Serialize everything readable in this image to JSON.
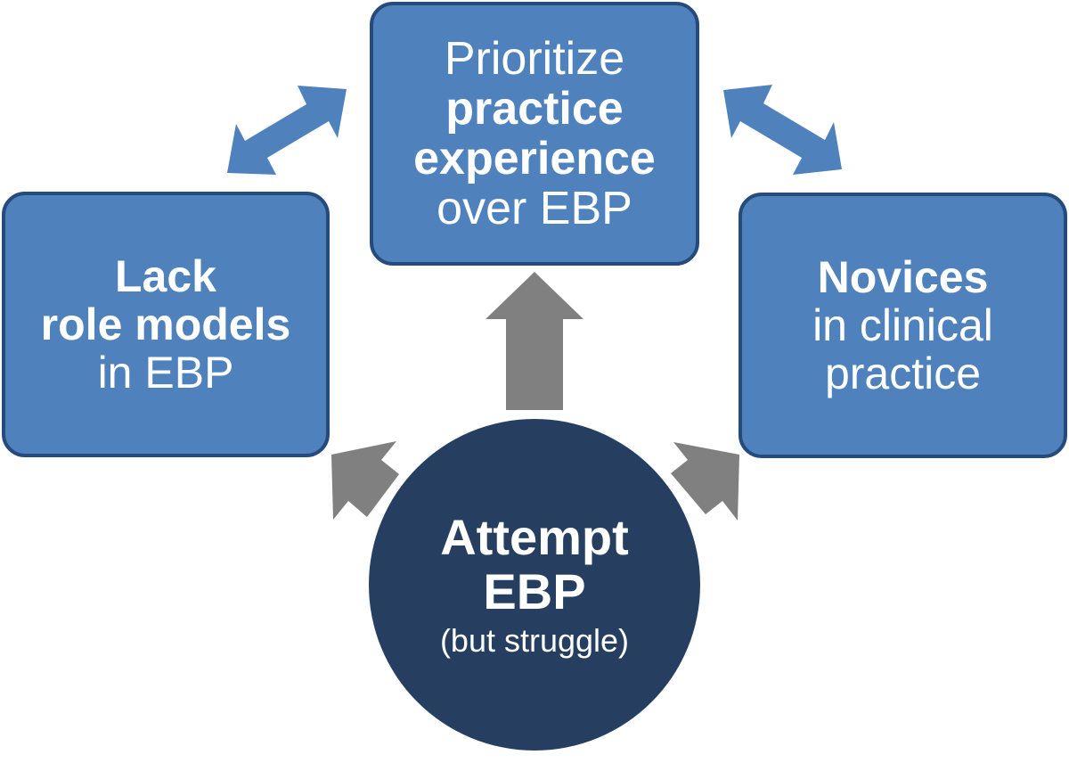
{
  "nodes": {
    "top": {
      "pre": "Prioritize",
      "bold1": "practice",
      "bold2": "experience",
      "post": "over EBP"
    },
    "left": {
      "bold1": "Lack",
      "bold2": "role models",
      "post": "in EBP"
    },
    "right": {
      "bold": "Novices",
      "post1": "in clinical",
      "post2": "practice"
    },
    "center": {
      "line1": "Attempt",
      "line2": "EBP",
      "line3": "(but struggle)"
    }
  },
  "colors": {
    "box_fill": "#4f81bd",
    "box_border": "#254a7c",
    "circle_fill": "#263f60",
    "double_arrow": "#4f81bd",
    "up_arrow": "#808080",
    "text": "#ffffff"
  }
}
